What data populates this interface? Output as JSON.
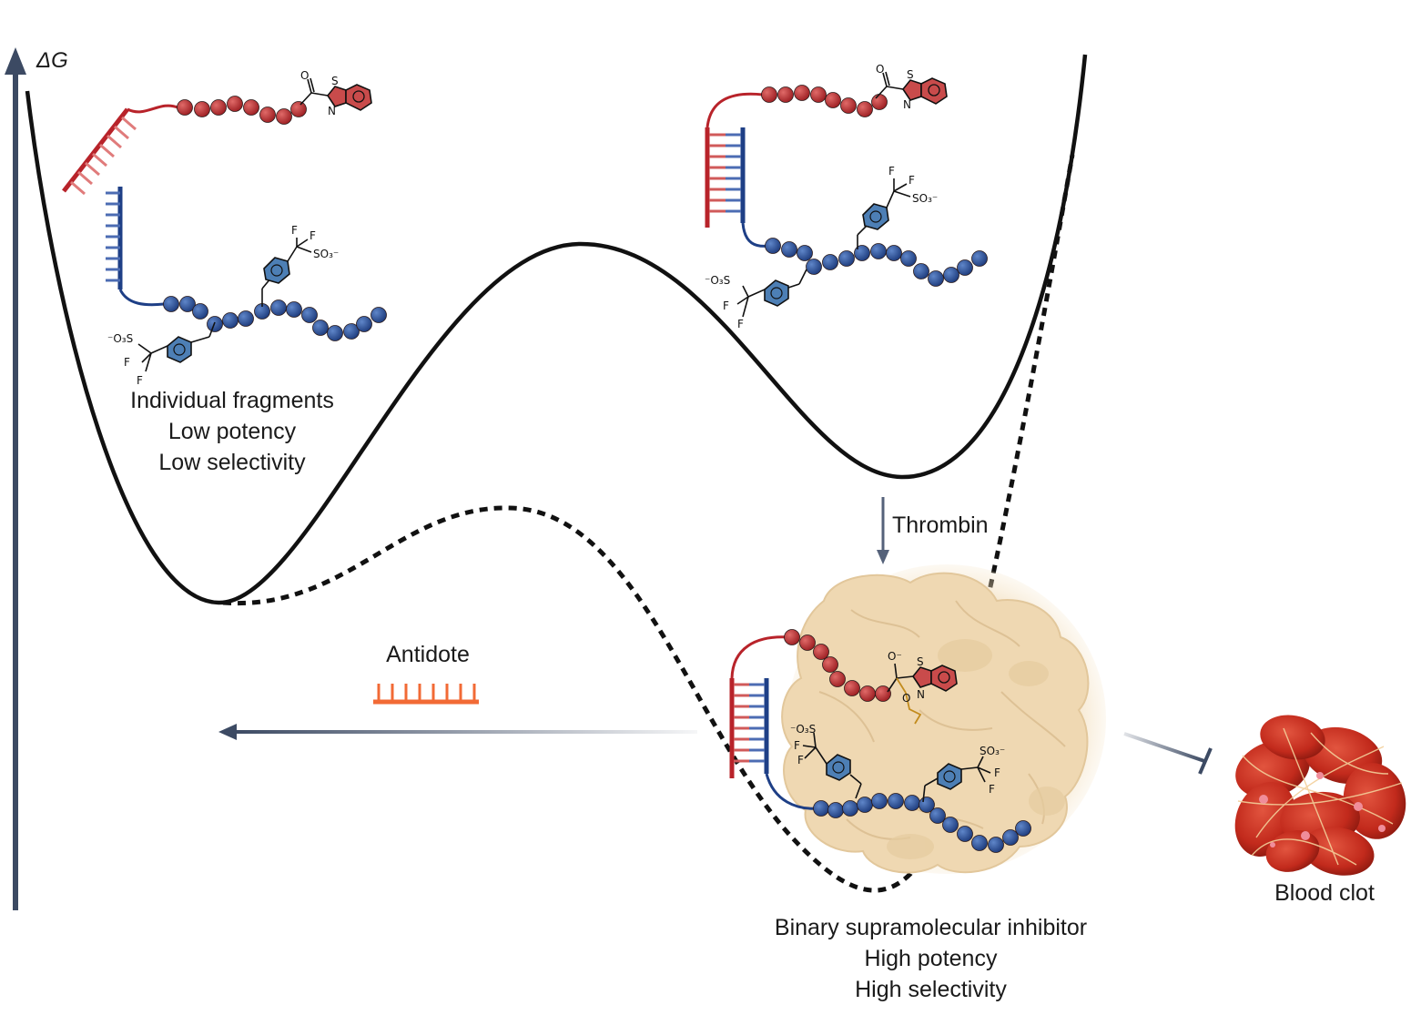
{
  "axis": {
    "label": "ΔG"
  },
  "state_unbound": {
    "lines": [
      "Individual fragments",
      "Low potency",
      "Low selectivity"
    ]
  },
  "state_bound": {
    "lines": [
      "Binary supramolecular inhibitor",
      "High potency",
      "High selectivity"
    ]
  },
  "labels": {
    "thrombin": "Thrombin",
    "antidote": "Antidote",
    "blood_clot": "Blood clot"
  },
  "chem": {
    "S": "S",
    "N": "N",
    "O": "O",
    "F": "F",
    "SO3_right": "SO₃⁻",
    "SO3_left": "⁻O₃S",
    "O_minus": "O⁻"
  },
  "colors": {
    "red_strand": "#b8232a",
    "red_bead": "#b3262b",
    "blue_strand": "#1e3f86",
    "blue_bead": "#2a4f98",
    "benzene_fill": "#4d7fb5",
    "antidote": "#f26a35",
    "axis": "#3c4a63",
    "protein": "#efd9b5",
    "clot": "#c42a1e"
  }
}
